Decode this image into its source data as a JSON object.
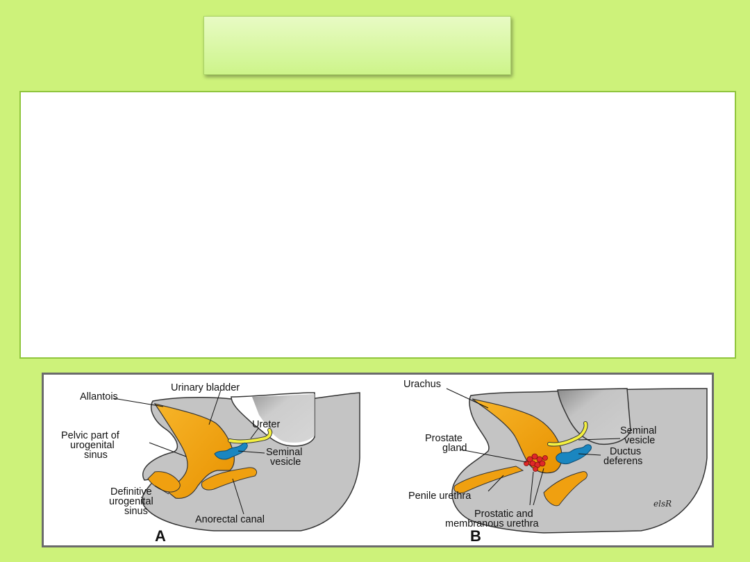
{
  "slide": {
    "title": "",
    "body_text": ""
  },
  "figure": {
    "panel_a": {
      "letter": "A",
      "labels": {
        "allantois": "Allantois",
        "urinary_bladder": "Urinary bladder",
        "ureter": "Ureter",
        "pelvic_part_1": "Pelvic part of",
        "pelvic_part_2": "urogenital",
        "pelvic_part_3": "sinus",
        "seminal_vesicle_1": "Seminal",
        "seminal_vesicle_2": "vesicle",
        "definitive_1": "Definitive",
        "definitive_2": "urogenital",
        "definitive_3": "sinus",
        "anorectal_canal": "Anorectal canal"
      }
    },
    "panel_b": {
      "letter": "B",
      "labels": {
        "urachus": "Urachus",
        "prostate_1": "Prostate",
        "prostate_2": "gland",
        "seminal_vesicle_1": "Seminal",
        "seminal_vesicle_2": "vesicle",
        "ductus_1": "Ductus",
        "ductus_2": "deferens",
        "penile_urethra": "Penile urethra",
        "prostatic_1": "Prostatic and",
        "prostatic_2": "membranous urethra",
        "signature": "elsR"
      }
    },
    "colors": {
      "tissue_gray": "#c4c4c4",
      "bladder_orange": "#f0a010",
      "ureter_yellow": "#f4f040",
      "vesicle_blue": "#1a86c0",
      "prostate_red": "#e02828"
    }
  }
}
